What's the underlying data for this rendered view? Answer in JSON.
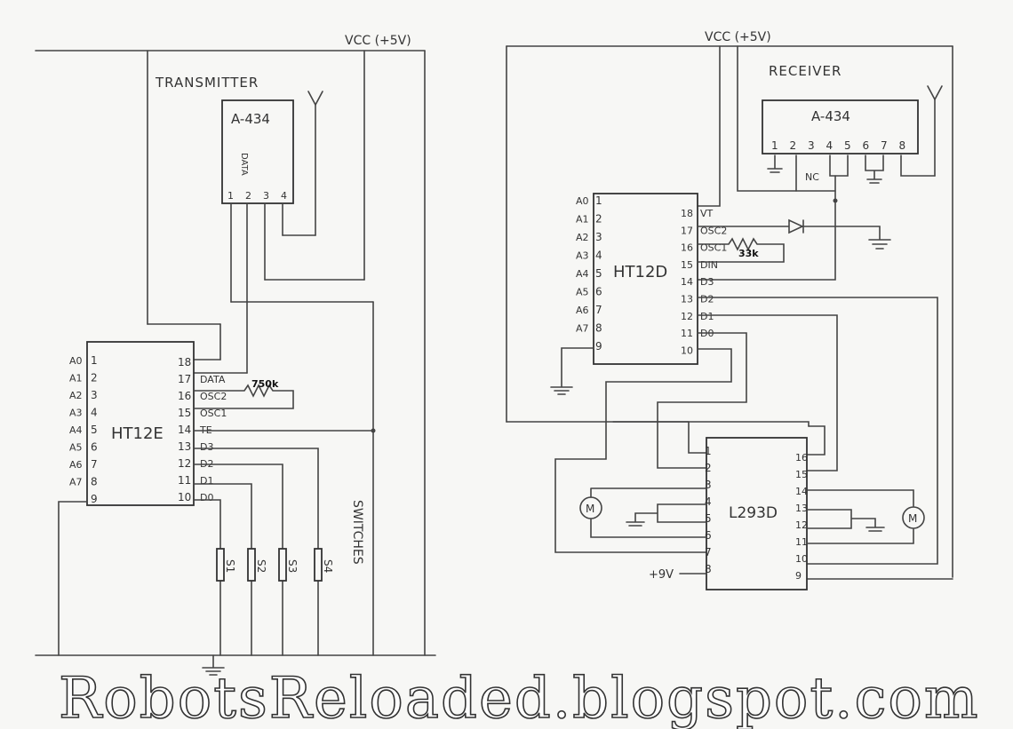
{
  "transmitter": {
    "title": "TRANSMITTER",
    "vcc": "VCC (+5V)",
    "module": "A-434",
    "data_label": "DATA",
    "module_pins": [
      "1",
      "2",
      "3",
      "4"
    ],
    "ic": "HT12E",
    "left_pins": [
      {
        "name": "A0",
        "num": "1"
      },
      {
        "name": "A1",
        "num": "2"
      },
      {
        "name": "A2",
        "num": "3"
      },
      {
        "name": "A3",
        "num": "4"
      },
      {
        "name": "A4",
        "num": "5"
      },
      {
        "name": "A5",
        "num": "6"
      },
      {
        "name": "A6",
        "num": "7"
      },
      {
        "name": "A7",
        "num": "8"
      },
      {
        "name": "",
        "num": "9"
      }
    ],
    "right_pins": [
      {
        "num": "18",
        "name": ""
      },
      {
        "num": "17",
        "name": "DATA"
      },
      {
        "num": "16",
        "name": "OSC2"
      },
      {
        "num": "15",
        "name": "OSC1"
      },
      {
        "num": "14",
        "name": "TE"
      },
      {
        "num": "13",
        "name": "D3"
      },
      {
        "num": "12",
        "name": "D2"
      },
      {
        "num": "11",
        "name": "D1"
      },
      {
        "num": "10",
        "name": "D0"
      }
    ],
    "resistor": "750k",
    "switches_label": "SWITCHES",
    "switches": [
      "S1",
      "S2",
      "S3",
      "S4"
    ]
  },
  "receiver": {
    "title": "RECEIVER",
    "vcc": "VCC (+5V)",
    "module": "A-434",
    "module_pins": [
      "1",
      "2",
      "3",
      "4",
      "5",
      "6",
      "7",
      "8"
    ],
    "nc_label": "NC",
    "ic": "HT12D",
    "left_pins": [
      {
        "name": "A0",
        "num": "1"
      },
      {
        "name": "A1",
        "num": "2"
      },
      {
        "name": "A2",
        "num": "3"
      },
      {
        "name": "A3",
        "num": "4"
      },
      {
        "name": "A4",
        "num": "5"
      },
      {
        "name": "A5",
        "num": "6"
      },
      {
        "name": "A6",
        "num": "7"
      },
      {
        "name": "A7",
        "num": "8"
      },
      {
        "name": "",
        "num": "9"
      }
    ],
    "right_pins": [
      {
        "num": "18",
        "name": "VT"
      },
      {
        "num": "17",
        "name": "OSC2"
      },
      {
        "num": "16",
        "name": "OSC1"
      },
      {
        "num": "15",
        "name": "DIN"
      },
      {
        "num": "14",
        "name": "D3"
      },
      {
        "num": "13",
        "name": "D2"
      },
      {
        "num": "12",
        "name": "D1"
      },
      {
        "num": "11",
        "name": "D0"
      },
      {
        "num": "10",
        "name": ""
      }
    ],
    "resistor": "33k",
    "driver": "L293D",
    "driver_left_pins": [
      "1",
      "2",
      "3",
      "4",
      "5",
      "6",
      "7",
      "8"
    ],
    "driver_right_pins": [
      "16",
      "15",
      "14",
      "13",
      "12",
      "11",
      "10",
      "9"
    ],
    "motor_label": "M",
    "supply_label": "+9V"
  },
  "watermark": "RobotsReloaded.blogspot.com"
}
